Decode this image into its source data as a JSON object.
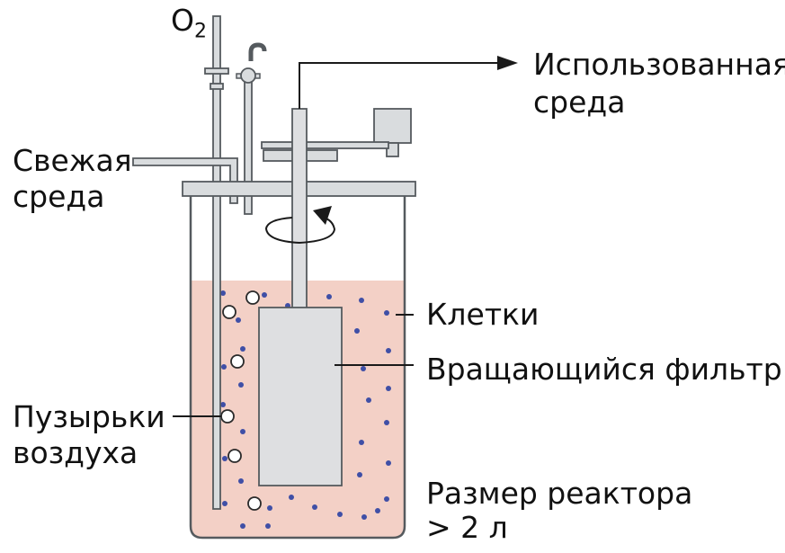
{
  "labels": {
    "o2_main": "O",
    "o2_sub": "2",
    "used_medium_line1": "Использованная",
    "used_medium_line2": "среда",
    "fresh_medium_line1": "Свежая",
    "fresh_medium_line2": "среда",
    "cells": "Клетки",
    "rotating_filter": "Вращающийся фильтр",
    "air_bubbles_line1": "Пузырьки",
    "air_bubbles_line2": "воздуха",
    "reactor_size_line1": "Размер реактора",
    "reactor_size_line2": "> 2 л"
  },
  "colors": {
    "medium": "#f3d0c6",
    "tube": "#d9dcde",
    "tube_stroke": "#555a5e",
    "filter": "#dedfe1",
    "cell_dot": "#3f4fa6",
    "line": "#1a1a1a"
  }
}
